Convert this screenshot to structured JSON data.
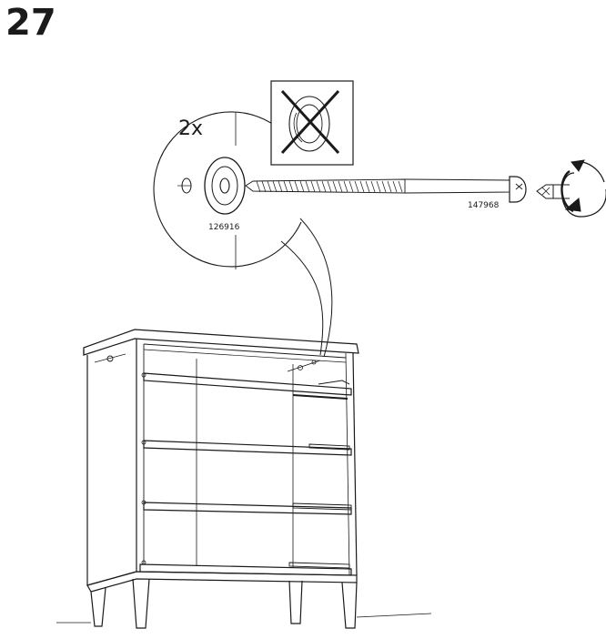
{
  "step": {
    "number": "27",
    "quantity": "2x"
  },
  "parts": {
    "washer_id": "126916",
    "screw_id": "147968"
  },
  "icons": [
    "do-not-use-washer-icon",
    "screwdriver-bit-icon",
    "rotate-clockwise-icon"
  ],
  "colors": {
    "line": "#1a1a1a",
    "background": "#ffffff"
  }
}
